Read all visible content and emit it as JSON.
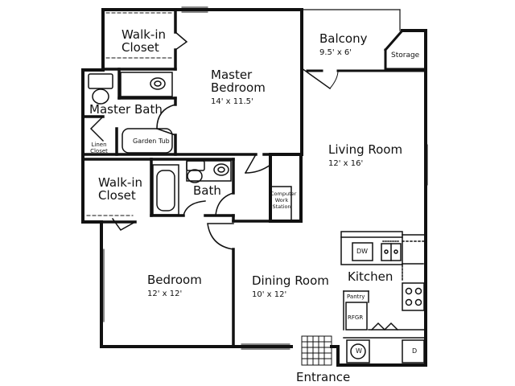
{
  "rooms": {
    "walkin_closet_top": {
      "name_line1": "Walk-in",
      "name_line2": "Closet"
    },
    "master_bedroom": {
      "name_line1": "Master",
      "name_line2": "Bedroom",
      "dimensions": "14' x 11.5'"
    },
    "balcony": {
      "name": "Balcony",
      "dimensions": "9.5' x 6'"
    },
    "storage": {
      "name": "Storage"
    },
    "master_bath": {
      "name": "Master Bath"
    },
    "linen_closet": {
      "name_line1": "Linen",
      "name_line2": "Closet"
    },
    "garden_tub": {
      "name": "Garden Tub"
    },
    "living_room": {
      "name": "Living Room",
      "dimensions": "12' x 16'"
    },
    "walkin_closet_lower": {
      "name_line1": "Walk-in",
      "name_line2": "Closet"
    },
    "bath": {
      "name": "Bath"
    },
    "computer_station": {
      "line1": "Computer",
      "line2": "Work",
      "line3": "Station"
    },
    "bedroom": {
      "name": "Bedroom",
      "dimensions": "12' x 12'"
    },
    "dining_room": {
      "name": "Dining Room",
      "dimensions": "10' x 12'"
    },
    "kitchen": {
      "name": "Kitchen"
    },
    "entrance": {
      "name": "Entrance"
    }
  },
  "appliances": {
    "dishwasher": "DW",
    "pantry": "Pantry",
    "refrigerator": "RFGR",
    "washer": "W",
    "dryer": "D"
  }
}
